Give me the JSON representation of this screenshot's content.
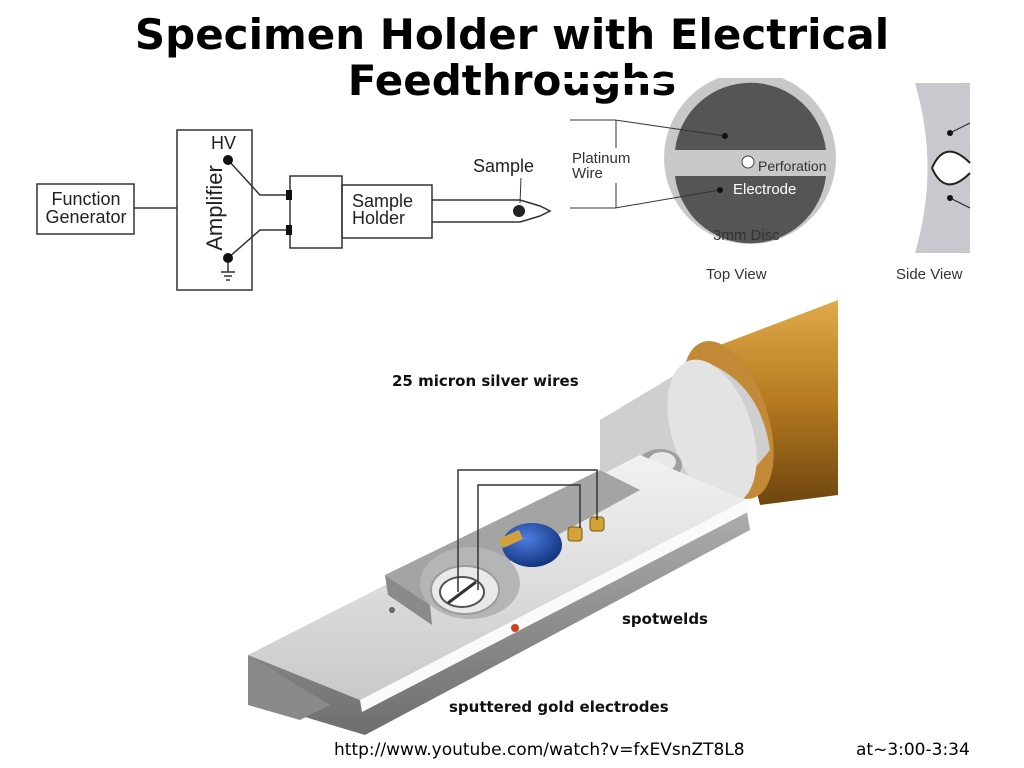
{
  "title": {
    "line1": "Specimen Holder with Electrical",
    "line2": "Feedthroughs"
  },
  "circuit": {
    "function_generator": [
      "Function",
      "Generator"
    ],
    "amplifier": "Amplifier",
    "hv": "HV",
    "sample_holder": [
      "Sample",
      "Holder"
    ],
    "sample": "Sample"
  },
  "disc": {
    "platinum_wire": [
      "Platinum",
      "Wire"
    ],
    "perforation": "Perforation",
    "electrode": "Electrode",
    "disc": "3mm Disc",
    "top_view": "Top View",
    "side_view": "Side View"
  },
  "photo": {
    "silver_wires": "25 micron silver wires",
    "spotwelds": "spotwelds",
    "gold_electrodes": "sputtered gold electrodes"
  },
  "footer": {
    "url": "http://www.youtube.com/watch?v=fxEVsnZT8L8",
    "timestamp": "at~3:00-3:34"
  },
  "colors": {
    "rod_copper": "#c08a2a",
    "electrode_dark": "#555555",
    "disc_gray": "#c8c8c8",
    "stage_blue": "#1f4fae",
    "gold_pad": "#d3a336"
  }
}
